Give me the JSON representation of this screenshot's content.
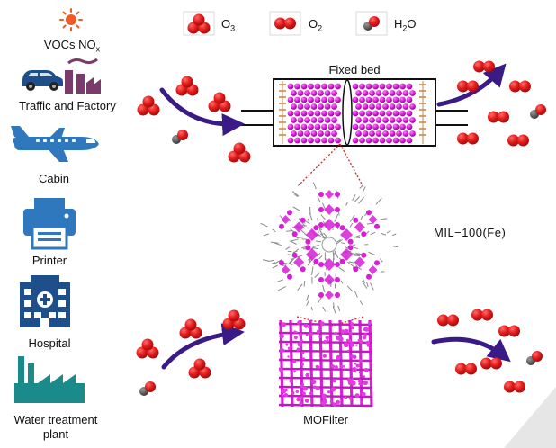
{
  "legend": {
    "o3": {
      "prefix": "O",
      "sub": "3"
    },
    "o2": {
      "prefix": "O",
      "sub": "2"
    },
    "h2o": {
      "prefix": "H",
      "sub": "2",
      "suffix": "O"
    }
  },
  "sources": {
    "vocs": {
      "prefix": "VOCs NO",
      "sub": "x"
    },
    "traffic": "Traffic and Factory",
    "cabin": "Cabin",
    "printer": "Printer",
    "hospital": "Hospital",
    "water_line1": "Water treatment",
    "water_line2": "plant"
  },
  "labels": {
    "fixed_bed": "Fixed bed",
    "mil": "MIL−100(Fe)",
    "mofilter": "MOFilter"
  },
  "colors": {
    "ozone_red": "#e31b1b",
    "arrow_purple": "#3a1a86",
    "mof_magenta": "#d61fd6",
    "icon_blue": "#2f78be",
    "factory_teal": "#1a8a8a",
    "filter_stripe": "#c98a4a",
    "dotted_red": "#e02020"
  },
  "icons": [
    "sun-icon",
    "car-icon",
    "factory-icon",
    "airplane-icon",
    "printer-icon",
    "hospital-icon",
    "water-plant-icon"
  ]
}
